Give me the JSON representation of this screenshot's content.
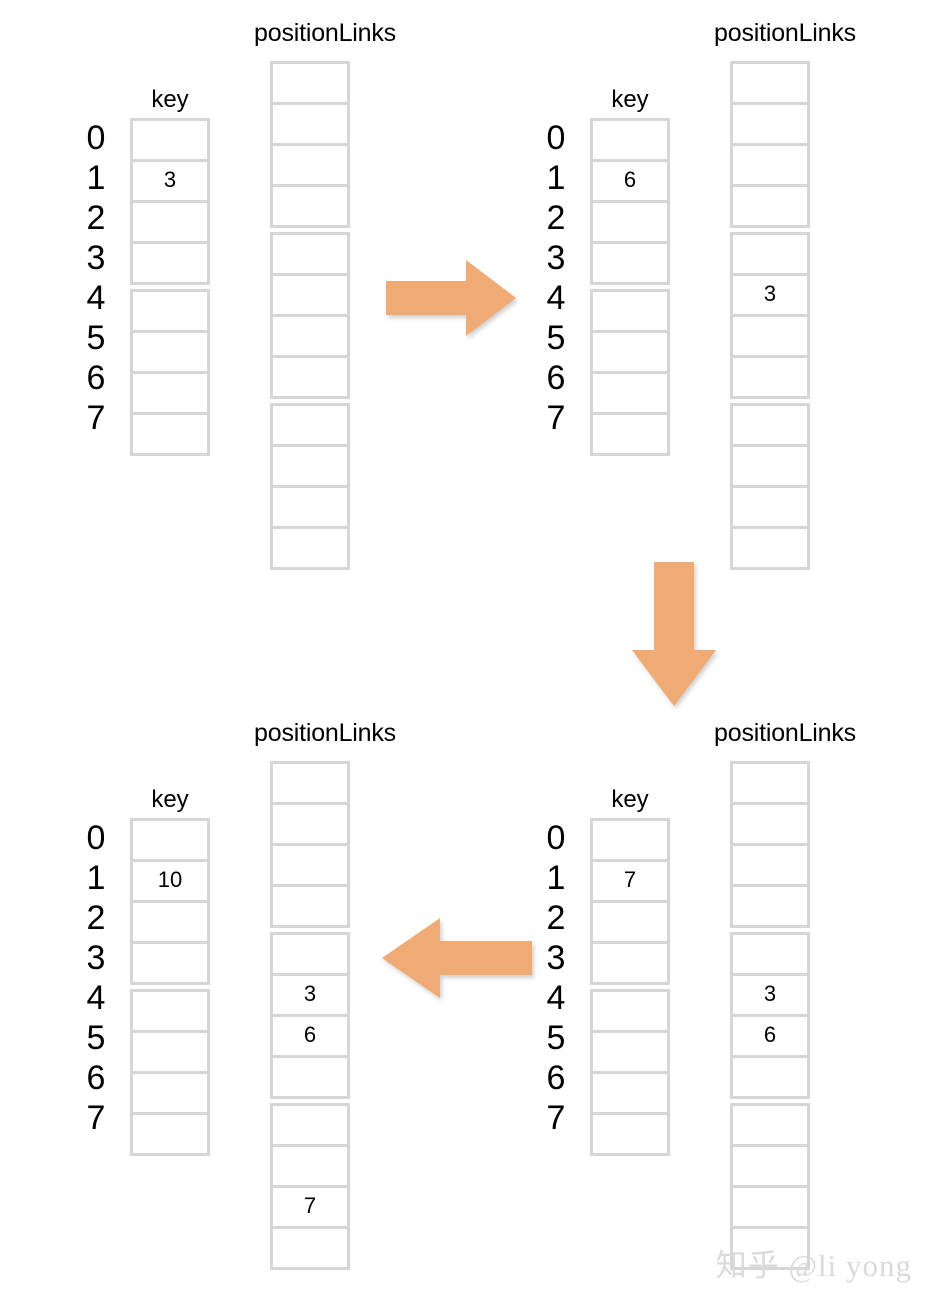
{
  "colors": {
    "arrow_fill": "#efab73",
    "cell_border": "#d6d6d6",
    "background": "#ffffff",
    "text": "#000000",
    "watermark": "#d9dadc"
  },
  "labels": {
    "position_links_title": "positionLinks",
    "key_title": "key",
    "row_indices": [
      "0",
      "1",
      "2",
      "3",
      "4",
      "5",
      "6",
      "7"
    ]
  },
  "watermark": "知乎 @li yong",
  "arrows": [
    {
      "name": "arrow-right",
      "direction": "right"
    },
    {
      "name": "arrow-down",
      "direction": "down"
    },
    {
      "name": "arrow-left",
      "direction": "left"
    }
  ],
  "panels": [
    {
      "id": "top-left",
      "step": 1,
      "key_cells": [
        "",
        "3",
        "",
        "",
        "",
        "",
        "",
        ""
      ],
      "position_links_cells": [
        "",
        "",
        "",
        "",
        "",
        "",
        "",
        "",
        "",
        "",
        "",
        ""
      ]
    },
    {
      "id": "top-right",
      "step": 2,
      "key_cells": [
        "",
        "6",
        "",
        "",
        "",
        "",
        "",
        ""
      ],
      "position_links_cells": [
        "",
        "",
        "",
        "",
        "",
        "3",
        "",
        "",
        "",
        "",
        "",
        ""
      ]
    },
    {
      "id": "bottom-right",
      "step": 3,
      "key_cells": [
        "",
        "7",
        "",
        "",
        "",
        "",
        "",
        ""
      ],
      "position_links_cells": [
        "",
        "",
        "",
        "",
        "",
        "3",
        "6",
        "",
        "",
        "",
        "",
        ""
      ]
    },
    {
      "id": "bottom-left",
      "step": 4,
      "key_cells": [
        "",
        "10",
        "",
        "",
        "",
        "",
        "",
        ""
      ],
      "position_links_cells": [
        "",
        "",
        "",
        "",
        "",
        "3",
        "6",
        "",
        "",
        "",
        "7",
        ""
      ]
    }
  ]
}
